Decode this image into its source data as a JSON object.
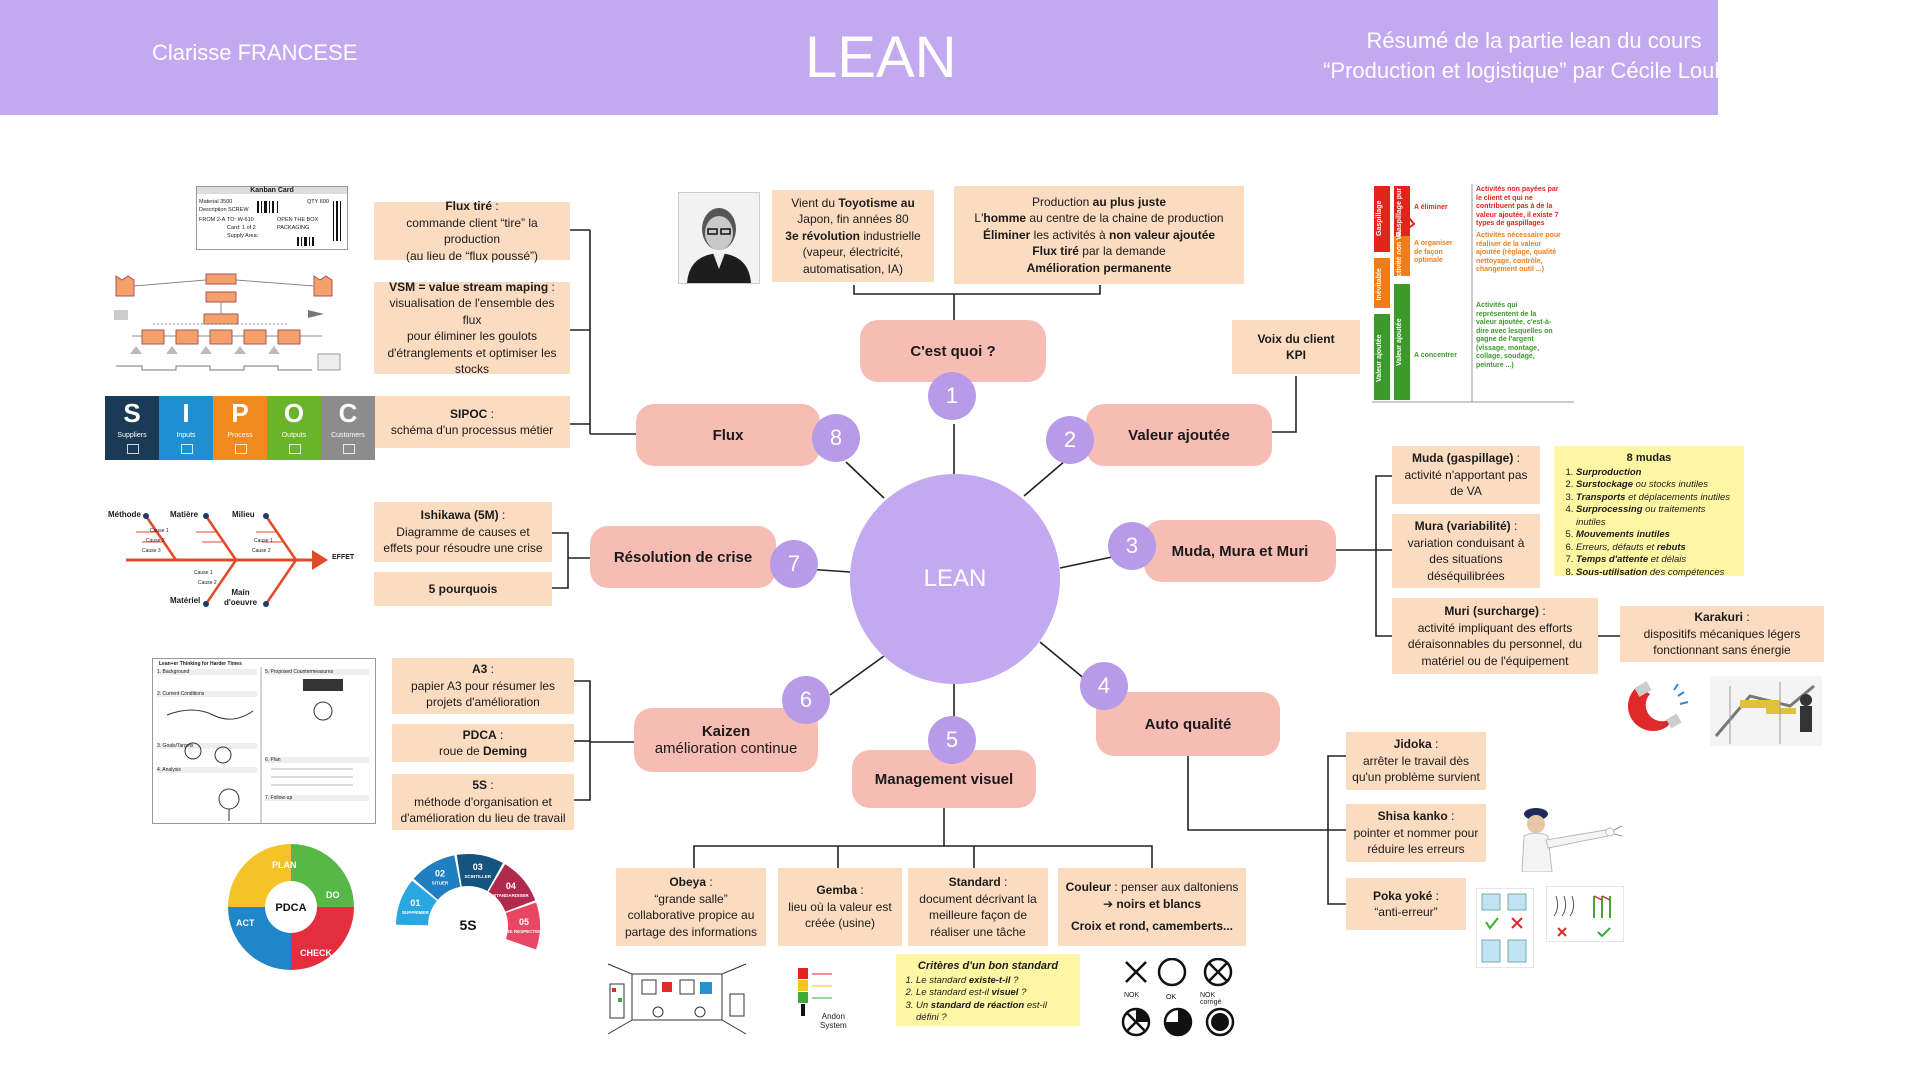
{
  "header": {
    "author": "Clarisse FRANCESE",
    "title": "LEAN",
    "subtitle_line1": "Résumé de la partie lean du cours",
    "subtitle_line2": "“Production et logistique” par Cécile Loubet"
  },
  "center": {
    "label": "LEAN"
  },
  "branches": [
    {
      "num": "1",
      "label": "C'est quoi ?"
    },
    {
      "num": "2",
      "label": "Valeur ajoutée"
    },
    {
      "num": "3",
      "label": "Muda, Mura et Muri"
    },
    {
      "num": "4",
      "label": "Auto qualité"
    },
    {
      "num": "5",
      "label": "Management visuel"
    },
    {
      "num": "6",
      "label": "Kaizen",
      "sub": "amélioration continue"
    },
    {
      "num": "7",
      "label": "Résolution de crise"
    },
    {
      "num": "8",
      "label": "Flux"
    }
  ],
  "notes": {
    "toyotisme": {
      "a": "Vient du ",
      "b": "Toyotisme au",
      "c": "Japon, fin années 80",
      "d": "3e révolution",
      "e": " industrielle",
      "f": "(vapeur, électricité,",
      "g": "automatisation, IA)"
    },
    "production": {
      "l1a": "Production ",
      "l1b": "au plus juste",
      "l2a": "L'",
      "l2b": "homme",
      "l2c": " au centre de la chaine de production",
      "l3a": "Éliminer",
      "l3b": " les activités à ",
      "l3c": "non valeur ajoutée",
      "l4a": "Flux tiré",
      "l4b": " par la demande",
      "l5": "Amélioration permanente"
    },
    "voix": {
      "l1": "Voix du client",
      "l2": "KPI"
    },
    "flux_tire": {
      "t": "Flux tiré",
      "r": " :",
      "l2": "commande client “tire” la production",
      "l3": "(au lieu de “flux poussé”)"
    },
    "vsm": {
      "t": "VSM = value stream maping",
      "r": " :",
      "l2": "visualisation de l'ensemble des flux",
      "l3": "pour éliminer les goulots",
      "l4": "d'étranglements et optimiser les",
      "l5": "stocks"
    },
    "sipoc": {
      "t": "SIPOC",
      "r": " :",
      "l2": "schéma d'un processus métier"
    },
    "ishikawa": {
      "t": "Ishikawa (5M)",
      "r": " :",
      "l2": "Diagramme de causes et",
      "l3": "effets pour résoudre une crise"
    },
    "pourquois": {
      "t": "5 pourquois"
    },
    "muda": {
      "t": "Muda (gaspillage)",
      "r": " :",
      "l2": "activité n'apportant pas",
      "l3": "de VA"
    },
    "mura": {
      "t": "Mura (variabilité)",
      "r": " :",
      "l2": "variation conduisant à",
      "l3": "des situations",
      "l4": "déséquilibrées"
    },
    "muri": {
      "t": "Muri (surcharge)",
      "r": " :",
      "l2": "activité impliquant  des efforts",
      "l3": "déraisonnables du personnel, du",
      "l4": "matériel ou de l'équipement"
    },
    "karakuri": {
      "t": "Karakuri",
      "r": " :",
      "l2": "dispositifs mécaniques légers",
      "l3": "fonctionnant sans énergie"
    },
    "jidoka": {
      "t": "Jidoka",
      "r": " :",
      "l2": "arrêter le travail dès",
      "l3": "qu'un problème survient"
    },
    "shisa": {
      "t": "Shisa kanko",
      "r": " :",
      "l2": "pointer et nommer pour",
      "l3": "réduire les erreurs"
    },
    "poka": {
      "t": "Poka yoké",
      "r": " :",
      "l2": "“anti-erreur”"
    },
    "a3": {
      "t": "A3",
      "r": " :",
      "l2": "papier A3 pour résumer les",
      "l3": "projets d'amélioration"
    },
    "pdca": {
      "t": "PDCA",
      "r": " :",
      "l2a": "roue de ",
      "l2b": "Deming"
    },
    "s5": {
      "t": "5S",
      "r": " :",
      "l2": "méthode d'organisation et",
      "l3": "d'amélioration du lieu de travail"
    },
    "obeya": {
      "t": "Obeya",
      "r": " :",
      "l2": "“grande salle”",
      "l3": "collaborative propice au",
      "l4": "partage des informations"
    },
    "gemba": {
      "t": "Gemba",
      "r": " :",
      "l2": "lieu où la valeur est",
      "l3": "créée (usine)"
    },
    "standard": {
      "t": "Standard",
      "r": " :",
      "l2": "document décrivant la",
      "l3": "meilleure façon de",
      "l4": "réaliser une tâche"
    },
    "couleur": {
      "t": "Couleur",
      "r": " : penser aux daltoniens",
      "l2": "➔ noirs et blancs",
      "l3": "Croix et rond, camemberts..."
    }
  },
  "mudas": {
    "title": "8 mudas",
    "items": [
      {
        "b": "Surproduction",
        "r": ""
      },
      {
        "b": "Surstockage",
        "r": " ou stocks inutiles"
      },
      {
        "b": "Transports",
        "r": " et déplacements inutiles"
      },
      {
        "b": "Surprocessing",
        "r": " ou traitements inutiles"
      },
      {
        "b": "Mouvements inutiles",
        "r": ""
      },
      {
        "b": "",
        "r": "Erreurs, défauts et ",
        "b2": "rebuts"
      },
      {
        "b": "Temps d'attente",
        "r": " et délais"
      },
      {
        "b": "Sous-utilisation",
        "r": " des compétences"
      }
    ]
  },
  "criteres": {
    "title": "Critères d'un bon standard",
    "i1a": "Le standard ",
    "i1b": "existe-t-il",
    "i1c": " ?",
    "i2a": "Le standard est-il ",
    "i2b": "visuel",
    "i2c": " ?",
    "i3a": "Un ",
    "i3b": "standard de réaction",
    "i3c": " est-il défini ?"
  },
  "value_chart": {
    "gaspillage": "Gaspillage",
    "gasp_pure": "Gaspillage pur",
    "inevitable": "Inévitable",
    "non_va": "Activité non VA",
    "va": "Valeur ajoutée",
    "va2": "Valeur ajoutée",
    "eliminer": "A éliminer",
    "organiser1": "A organiser",
    "organiser2": "de façon",
    "organiser3": "optimale",
    "concentrer": "A concentrer",
    "d1": [
      "Activités non payées par",
      "le client et qui ne",
      "contribuent pas à de la",
      "valeur ajoutée, il existe 7",
      "types de gaspillages"
    ],
    "d2": [
      "Activités nécessaire pour",
      "réaliser de la valeur",
      "ajoutée (réglage, qualité",
      "nettoyage, contrôle,",
      "changement outil ...)"
    ],
    "d3": [
      "Activités qui",
      "représentent de la",
      "valeur ajoutée, c'est-à-",
      "dire avec lesquelles on",
      "gagne de l'argent",
      "(vissage, montage,",
      "collage, soudage,",
      "peinture ...)"
    ]
  },
  "kanban": {
    "title": "Kanban Card",
    "mat": "Material",
    "mat_v": "3500",
    "desc": "Description",
    "desc_v": "SCREW",
    "qty": "QTY",
    "qty_v": "600",
    "from": "FROM",
    "from_v": "2-A",
    "to": "TO: W-610",
    "card": "Card: 1 of 2",
    "supply": "Supply Area:",
    "open": "OPEN THE BOX",
    "pack": "PACKAGING"
  },
  "sipoc_cells": [
    {
      "letter": "S",
      "word": "Suppliers",
      "color": "#1b3a56"
    },
    {
      "letter": "I",
      "word": "Inputs",
      "color": "#1f8fd1"
    },
    {
      "letter": "P",
      "word": "Process",
      "color": "#f08a1c"
    },
    {
      "letter": "O",
      "word": "Outputs",
      "color": "#6ab42a"
    },
    {
      "letter": "C",
      "word": "Customers",
      "color": "#8c8c8c"
    }
  ],
  "fishbone": {
    "methode": "Méthode",
    "matiere": "Matière",
    "milieu": "Milieu",
    "materiel": "Matériel",
    "main": "Main",
    "oeuvre": "d'oeuvre",
    "effet": "EFFET",
    "c1": "Cause 1",
    "c2": "Cause 2",
    "c3": "Cause 3"
  },
  "pdca_wheel": {
    "center": "PDCA",
    "plan": "PLAN",
    "do": "DO",
    "check": "CHECK",
    "act": "ACT",
    "colors": [
      "#f5c227",
      "#57b847",
      "#e42d3f",
      "#1f86c9"
    ]
  },
  "s5_wheel": {
    "center": "5S",
    "segments": [
      {
        "n": "01",
        "w": "SUPPRIMER",
        "color": "#29a7e1"
      },
      {
        "n": "02",
        "w": "SITUER",
        "color": "#1f7fc0"
      },
      {
        "n": "03",
        "w": "SCINTILLER",
        "color": "#15547f"
      },
      {
        "n": "04",
        "w": "STANDARDISER",
        "color": "#b02a4e"
      },
      {
        "n": "05",
        "w": "SE RESPECTER",
        "color": "#e84663"
      }
    ]
  },
  "a3_doc": {
    "title": "Lean+er Thinking for Harder Times",
    "bg": "1. Background",
    "cc": "2. Current Conditions",
    "goals": "3. Goals/Targets",
    "analysis": "4. Analysis",
    "proposed": "5. Proposed Countermeasures",
    "plan": "6. Plan",
    "follow": "7. Follow-up"
  },
  "andon": {
    "label1": "Andon",
    "label2": "System",
    "colors": [
      "#e32222",
      "#f4c51b",
      "#3aab33",
      "#111111"
    ]
  },
  "symbols": {
    "nok": "NOK",
    "ok": "OK",
    "nok_corr": "NOK corrigé"
  }
}
